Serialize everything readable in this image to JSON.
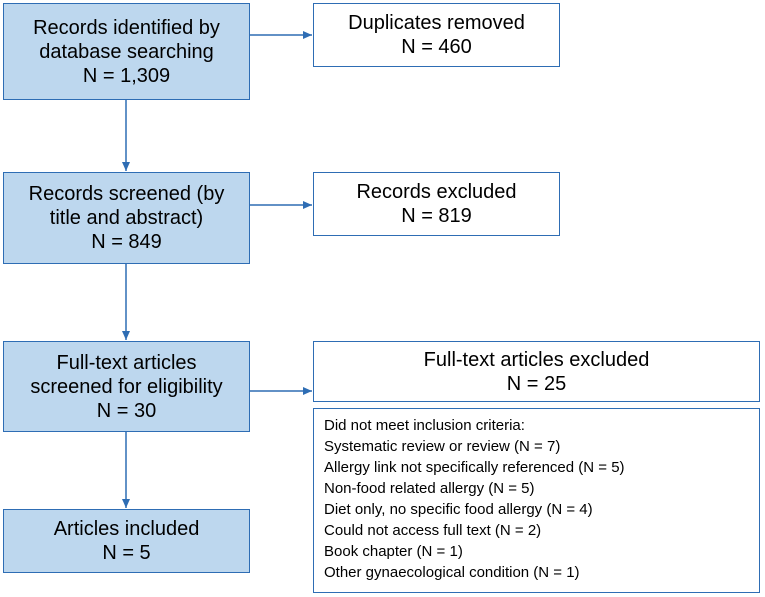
{
  "flow": {
    "identified": {
      "lines": [
        "Records identified by",
        "database searching"
      ],
      "count": "N = 1,309"
    },
    "duplicates": {
      "label": "Duplicates removed",
      "count": "N = 460"
    },
    "screened": {
      "lines": [
        "Records screened (by",
        "title and abstract)"
      ],
      "count": "N = 849"
    },
    "excluded": {
      "label": "Records excluded",
      "count": "N = 819"
    },
    "fulltext": {
      "lines": [
        "Full-text articles",
        "screened for eligibility"
      ],
      "count": "N = 30"
    },
    "fulltext_excluded": {
      "label": "Full-text articles excluded",
      "count": "N = 25"
    },
    "included": {
      "label": "Articles included",
      "count": "N = 5"
    },
    "exclusion_reasons": [
      "Did not meet inclusion criteria:",
      "Systematic review or review (N = 7)",
      "Allergy link not specifically referenced (N = 5)",
      "Non-food related allergy (N = 5)",
      "Diet only, no specific food allergy (N = 4)",
      "Could not access full text (N = 2)",
      "Book chapter (N = 1)",
      "Other gynaecological condition (N = 1)"
    ]
  },
  "colors": {
    "box_fill": "#bdd7ee",
    "border": "#2e6db4",
    "arrow": "#2e6db4"
  }
}
